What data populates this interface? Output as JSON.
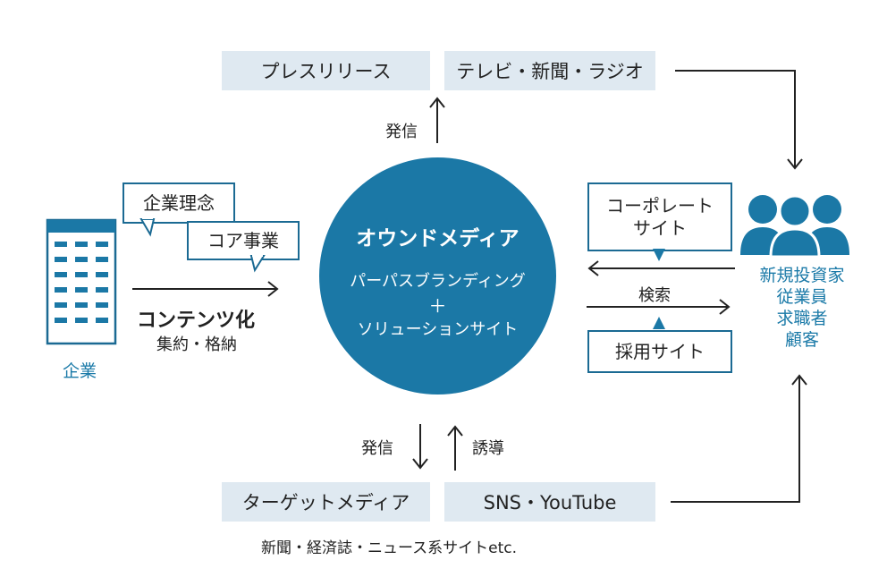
{
  "colors": {
    "accent": "#1b78a6",
    "bar_bg": "#dfe9f1",
    "border": "#1b6a93"
  },
  "top": {
    "press_release": "プレスリリース",
    "tv_news_radio": "テレビ・新聞・ラジオ",
    "send": "発信"
  },
  "company": {
    "label": "企業",
    "bubble_philosophy": "企業理念",
    "bubble_core": "コア事業",
    "content_title": "コンテンツ化",
    "content_sub": "集約・格納"
  },
  "center": {
    "title": "オウンドメディア",
    "line1": "パーパスブランディング",
    "plus": "＋",
    "line2": "ソリューションサイト"
  },
  "right": {
    "corporate_line1": "コーポレート",
    "corporate_line2": "サイト",
    "search": "検索",
    "recruit": "採用サイト",
    "audience": [
      "新規投資家",
      "従業員",
      "求職者",
      "顧客"
    ]
  },
  "bottom": {
    "send": "発信",
    "guide": "誘導",
    "target_media": "ターゲットメディア",
    "sns_youtube": "SNS・YouTube",
    "note": "新聞・経済誌・ニュース系サイトetc."
  }
}
